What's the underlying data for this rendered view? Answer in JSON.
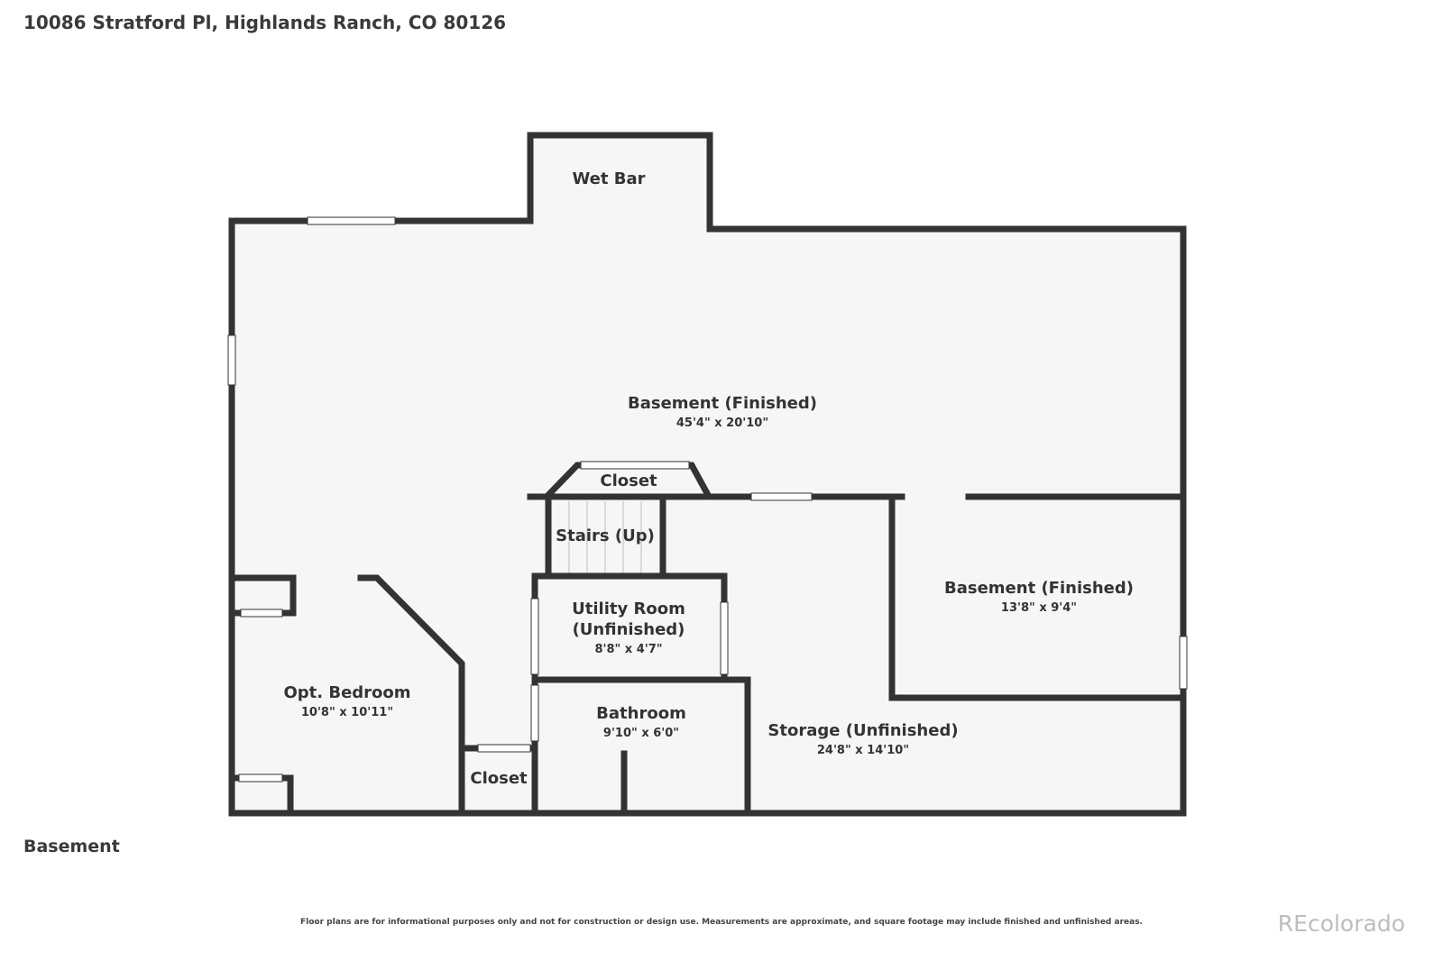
{
  "header": {
    "address": "10086 Stratford Pl, Highlands Ranch, CO 80126"
  },
  "floor": {
    "name": "Basement"
  },
  "footer": {
    "disclaimer": "Floor plans are for informational purposes only and not for construction or design use. Measurements are approximate, and square footage may include finished and unfinished areas.",
    "watermark": "REcolorado"
  },
  "colors": {
    "wall": "#333333",
    "floor": "#f6f6f6",
    "window": "#ffffff"
  },
  "rooms": [
    {
      "name": "Wet Bar",
      "dims": ""
    },
    {
      "name": "Basement (Finished)",
      "dims": "45'4\" x 20'10\""
    },
    {
      "name": "Closet",
      "dims": ""
    },
    {
      "name": "Stairs (Up)",
      "dims": ""
    },
    {
      "name": "Basement (Finished)",
      "dims": "13'8\" x 9'4\""
    },
    {
      "name": "Utility Room",
      "name2": "(Unfinished)",
      "dims": "8'8\" x 4'7\""
    },
    {
      "name": "Opt. Bedroom",
      "dims": "10'8\" x 10'11\""
    },
    {
      "name": "Bathroom",
      "dims": "9'10\" x 6'0\""
    },
    {
      "name": "Storage (Unfinished)",
      "dims": "24'8\" x 14'10\""
    },
    {
      "name": "Closet",
      "dims": ""
    }
  ]
}
